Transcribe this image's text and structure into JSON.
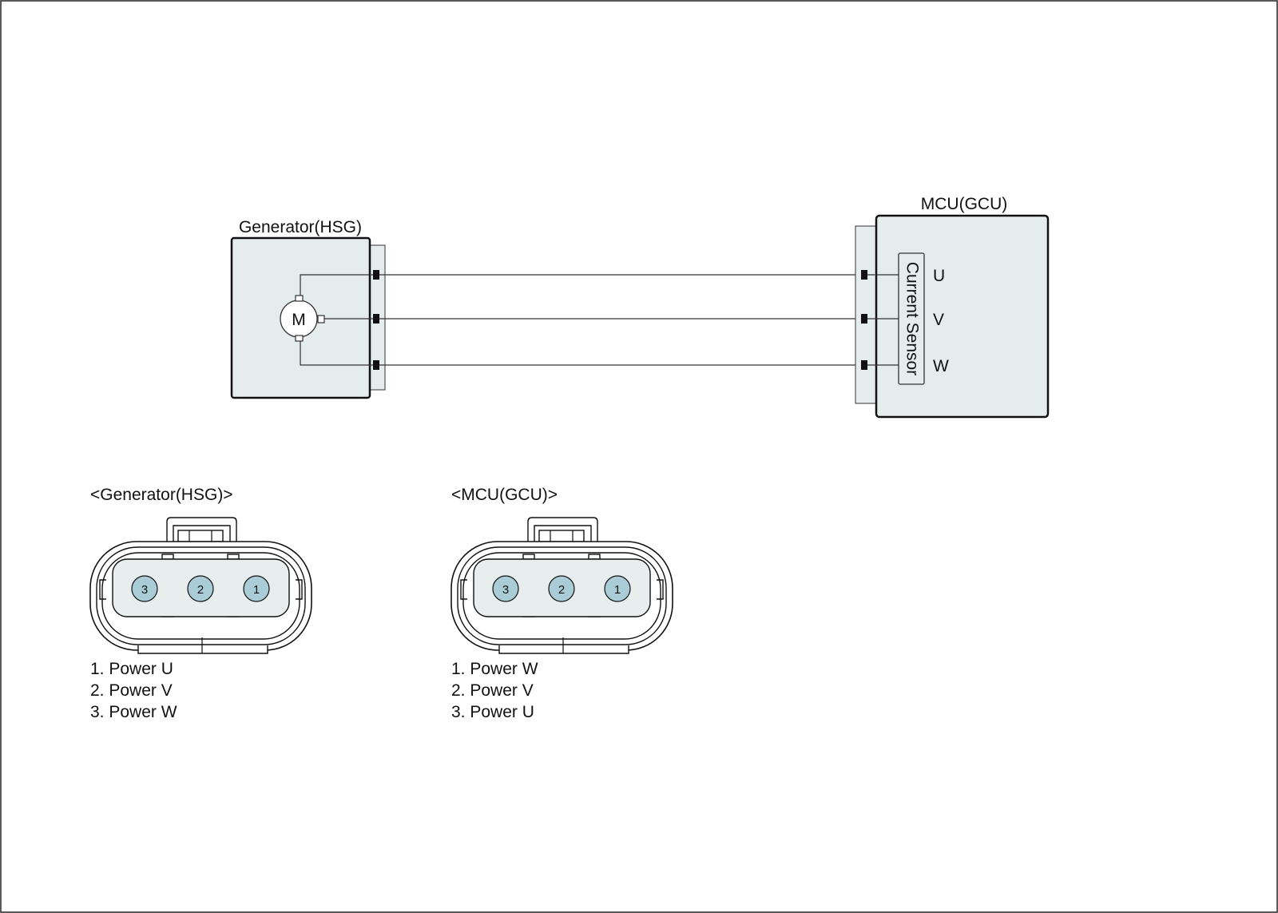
{
  "diagram": {
    "generator_title": "Generator(HSG)",
    "motor_label": "M",
    "mcu_title": "MCU(GCU)",
    "sensor_label": "Current Sensor",
    "phases": [
      "U",
      "V",
      "W"
    ]
  },
  "connectors": [
    {
      "title": "<Generator(HSG)>",
      "pins_left_to_right": [
        "3",
        "2",
        "1"
      ],
      "legend": [
        "1. Power U",
        "2. Power V",
        "3. Power W"
      ]
    },
    {
      "title": "<MCU(GCU)>",
      "pins_left_to_right": [
        "3",
        "2",
        "1"
      ],
      "legend": [
        "1. Power W",
        "2. Power V",
        "3. Power U"
      ]
    }
  ],
  "colors": {
    "box_fill": "#e4ecec",
    "pin_fill": "#a9ccd6",
    "connector_fill": "#e8eeee"
  }
}
